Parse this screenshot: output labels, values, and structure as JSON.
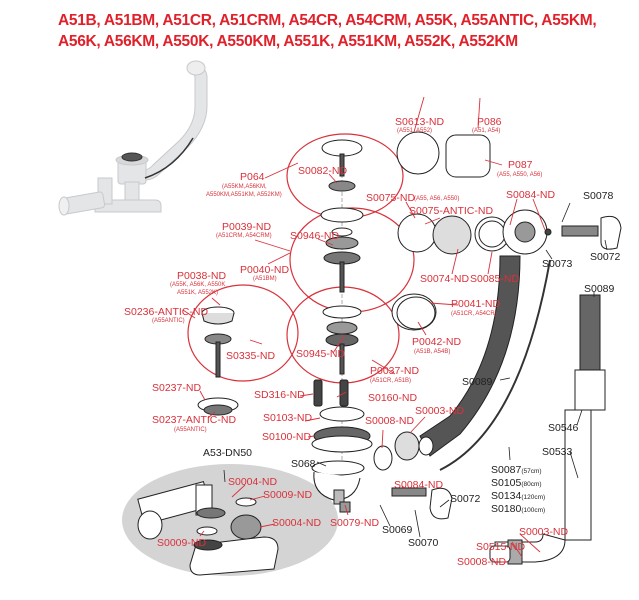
{
  "title": {
    "line1": "A51B, A51BM, A51CR, A51CRM, A54CR, A54CRM, A55K, A55ANTIC, A55KM,",
    "line2": "A56K, A56KM, A550K, A550KM, A551K, A551KM, A552K, A552KM"
  },
  "colors": {
    "accent": "#d9313a",
    "line": "#222222",
    "highlight": "#d4d4d4"
  },
  "parts": {
    "S0613": {
      "code": "S0613-ND",
      "models": "(A551, A552)"
    },
    "P086": {
      "code": "P086",
      "models": "(A51, A54)"
    },
    "P087": {
      "code": "P087",
      "models": "(A55, A550, A56)"
    },
    "P064": {
      "code": "P064",
      "models1": "(A55KM,A56KM,",
      "models2": "A550KM,A551KM, A552KM)"
    },
    "S0082": {
      "code": "S0082-ND"
    },
    "S0075": {
      "code": "S0075-ND",
      "models": "(A55, A56, A550)"
    },
    "S0075A": {
      "code": "S0075-ANTIC-ND"
    },
    "S0084a": {
      "code": "S0084-ND"
    },
    "S0078": {
      "code": "S0078"
    },
    "S0072a": {
      "code": "S0072"
    },
    "S0073": {
      "code": "S0073"
    },
    "S0074": {
      "code": "S0074-ND"
    },
    "S0085": {
      "code": "S0085-ND"
    },
    "P0039": {
      "code": "P0039-ND",
      "models": "(A51CRM, A54CRM)"
    },
    "S0946": {
      "code": "S0946-ND"
    },
    "P0040": {
      "code": "P0040-ND",
      "models": "(A51BM)"
    },
    "P0038": {
      "code": "P0038-ND",
      "models1": "(A55K, A56K, A550K",
      "models2": "A551K, A552K)"
    },
    "S0089a": {
      "code": "S0089"
    },
    "P0041": {
      "code": "P0041-ND",
      "models": "(A51CR, A54CR)"
    },
    "P0042": {
      "code": "P0042-ND",
      "models": "(A51B, A54B)"
    },
    "S0236": {
      "code": "S0236-ANTIC-ND",
      "models": "(A55ANTIC)"
    },
    "S0335": {
      "code": "S0335-ND"
    },
    "S0945": {
      "code": "S0945-ND"
    },
    "P0037": {
      "code": "P0037-ND",
      "models": "(A51CR, A51B)"
    },
    "S0089b": {
      "code": "S0089"
    },
    "S0237": {
      "code": "S0237-ND"
    },
    "SD316": {
      "code": "SD316-ND"
    },
    "S0160": {
      "code": "S0160-ND"
    },
    "S0237A": {
      "code": "S0237-ANTIC-ND",
      "models": "(A55ANTIC)"
    },
    "S0103": {
      "code": "S0103-ND"
    },
    "S0003a": {
      "code": "S0003-ND"
    },
    "S0008a": {
      "code": "S0008-ND"
    },
    "S0546": {
      "code": "S0546"
    },
    "S0100": {
      "code": "S0100-ND"
    },
    "S0533": {
      "code": "S0533"
    },
    "A53": {
      "code": "A53-DN50"
    },
    "S068": {
      "code": "S068"
    },
    "S0004a": {
      "code": "S0004-ND"
    },
    "S0009a": {
      "code": "S0009-ND"
    },
    "S0084b": {
      "code": "S0084-ND"
    },
    "S0072b": {
      "code": "S0072"
    },
    "S0004b": {
      "code": "S0004-ND"
    },
    "S0009b": {
      "code": "S0009-ND"
    },
    "S0079": {
      "code": "S0079-ND"
    },
    "S0069": {
      "code": "S0069"
    },
    "S0070": {
      "code": "S0070"
    },
    "S0003b": {
      "code": "S0003-ND"
    },
    "S0515": {
      "code": "S0515-ND"
    },
    "S0008b": {
      "code": "S0008-ND"
    }
  },
  "cables": [
    {
      "code": "S0087",
      "length": "(57cm)"
    },
    {
      "code": "S0105",
      "length": "(80cm)"
    },
    {
      "code": "S0134",
      "length": "(120cm)"
    },
    {
      "code": "S0180",
      "length": "(100cm)"
    }
  ]
}
